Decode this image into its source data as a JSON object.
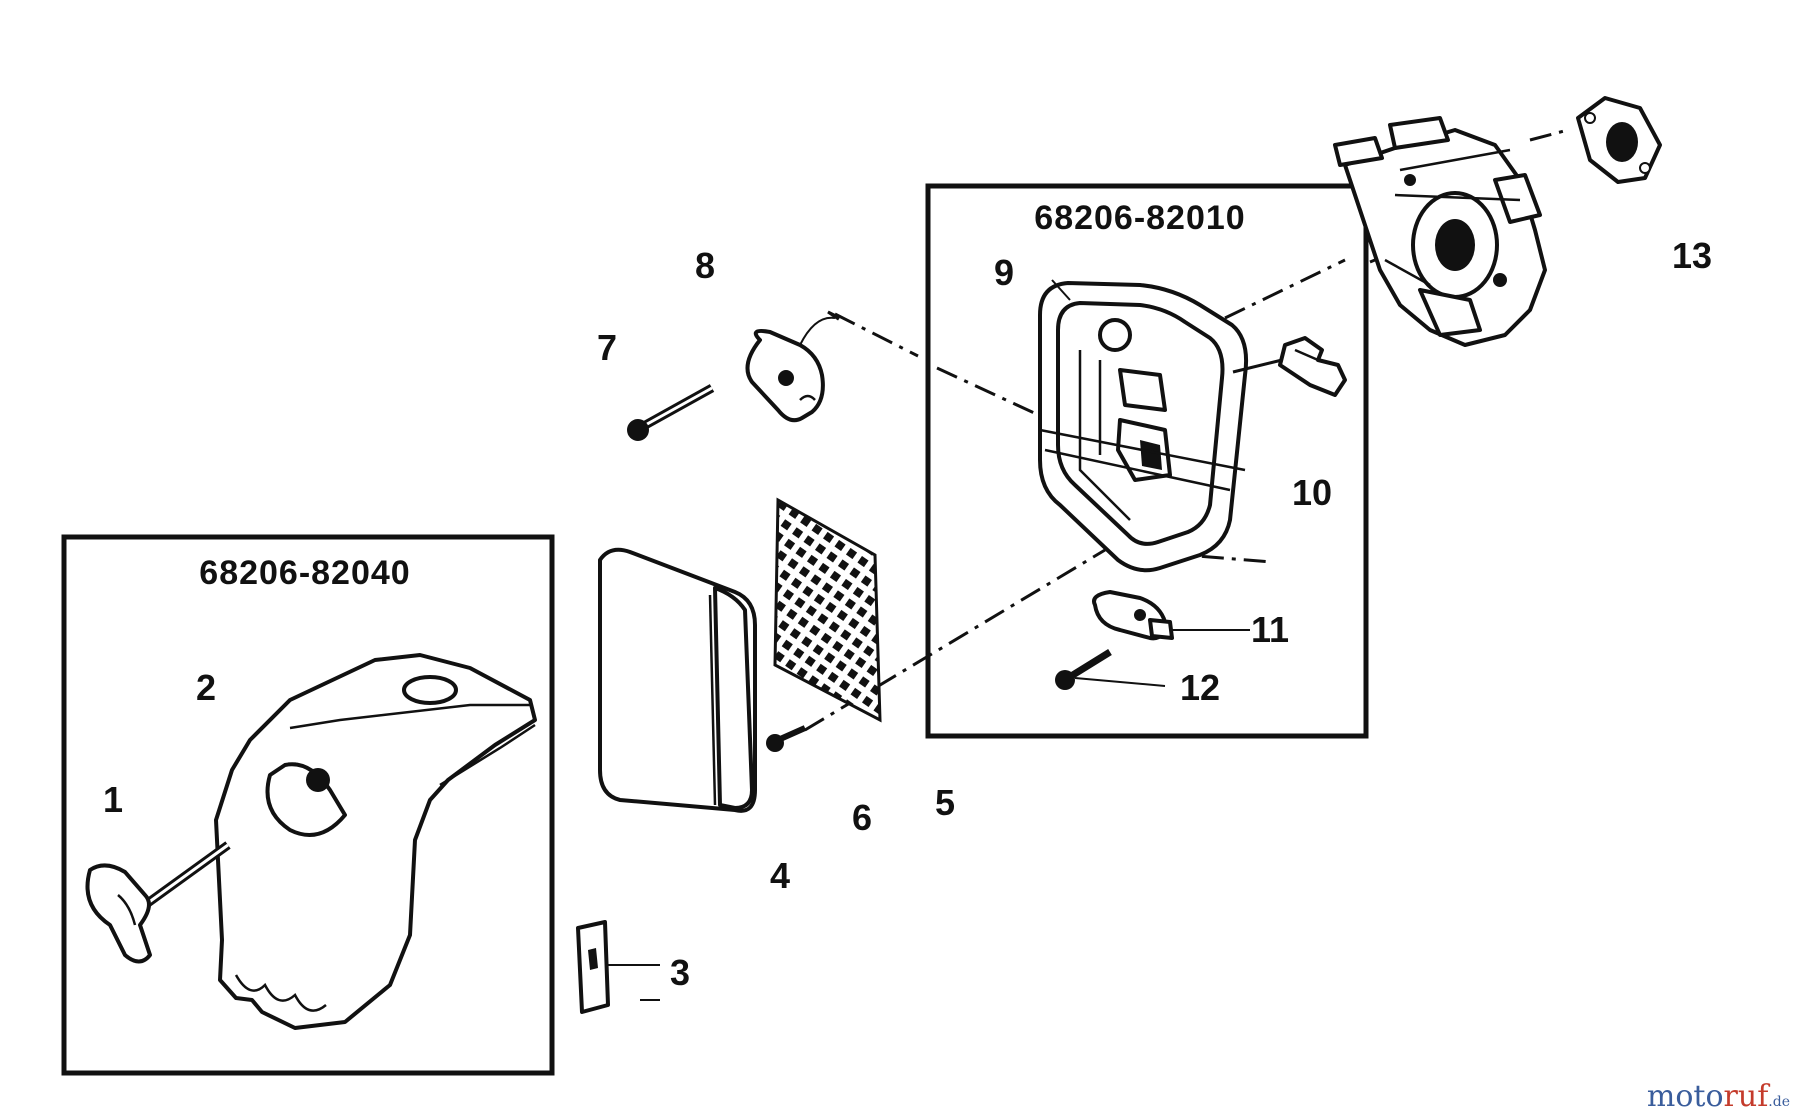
{
  "kits": [
    {
      "id": "kit-left",
      "label": "68206-82040"
    },
    {
      "id": "kit-right",
      "label": "68206-82010"
    }
  ],
  "parts": [
    {
      "num": "1"
    },
    {
      "num": "2"
    },
    {
      "num": "3"
    },
    {
      "num": "4"
    },
    {
      "num": "5"
    },
    {
      "num": "6"
    },
    {
      "num": "7"
    },
    {
      "num": "8"
    },
    {
      "num": "9"
    },
    {
      "num": "10"
    },
    {
      "num": "11"
    },
    {
      "num": "12"
    },
    {
      "num": "13"
    }
  ],
  "watermark": {
    "part1": "moto",
    "part2": "ruf",
    "part3": ".de"
  }
}
